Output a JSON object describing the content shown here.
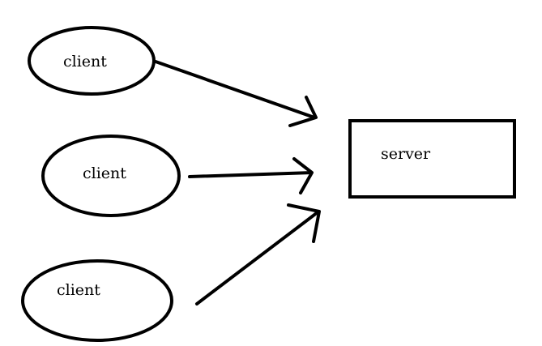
{
  "diagram": {
    "stroke_color": "#000000",
    "background": "#ffffff",
    "clients": [
      {
        "label": "client"
      },
      {
        "label": "client"
      },
      {
        "label": "client"
      }
    ],
    "server": {
      "label": "server"
    }
  }
}
